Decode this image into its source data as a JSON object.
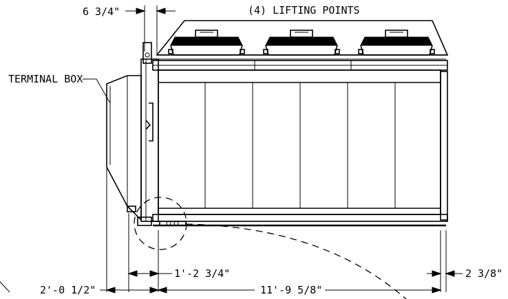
{
  "labels": {
    "top_dim": "6 3/4\"",
    "lifting": "(4) LIFTING POINTS",
    "terminal": "TERMINAL BOX",
    "dim_mid": "1'-2 3/4\"",
    "dim_right": "2 3/8\"",
    "dim_left": "2'-0 1/2\"",
    "dim_total": "11'-9 5/8\""
  },
  "fans": {
    "count": 3
  },
  "panels": {
    "count": 6
  }
}
